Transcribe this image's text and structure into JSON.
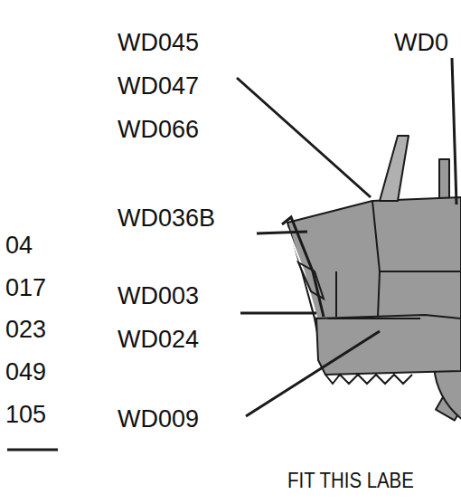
{
  "diagram": {
    "labels": [
      "WD045",
      "WD0",
      "WD047",
      "WD066",
      "WD036B",
      "04",
      "017",
      "WD003",
      "023",
      "WD024",
      "049",
      "WD009",
      "105",
      "FIT THIS LABE"
    ]
  }
}
